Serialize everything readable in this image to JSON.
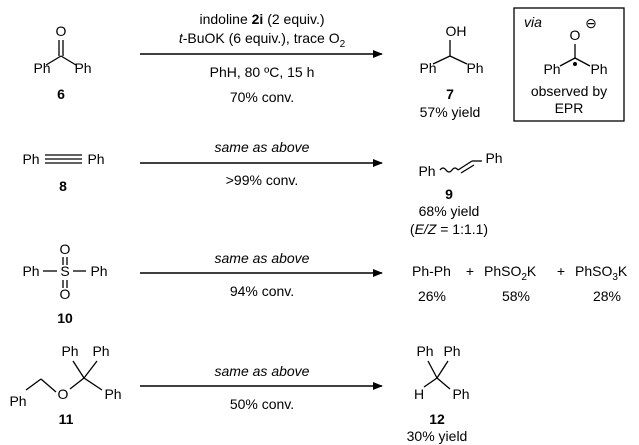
{
  "reactions": [
    {
      "reactant": {
        "number": "6",
        "labels": [
          "O",
          "Ph",
          "Ph"
        ]
      },
      "conditions": {
        "above": [
          {
            "pre": "indoline ",
            "bold": "2i",
            "post": " (2 equiv.)"
          },
          {
            "italic": "t",
            "post": "-BuOK (6 equiv.), trace O",
            "sub": "2"
          }
        ],
        "below": [
          "PhH, 80 ºC, 15 h",
          "70% conv."
        ]
      },
      "product": {
        "number": "7",
        "yield": "57% yield",
        "labels": [
          "OH",
          "Ph",
          "Ph"
        ]
      },
      "inset": {
        "via": "via",
        "labels": [
          "O",
          "Ph",
          "Ph"
        ],
        "charge": "⊖",
        "note": [
          "observed by",
          "EPR"
        ]
      }
    },
    {
      "reactant": {
        "number": "8",
        "labels": [
          "Ph",
          "Ph"
        ]
      },
      "conditions": {
        "above": "same as above",
        "below": ">99% conv."
      },
      "product": {
        "number": "9",
        "yield": "68% yield",
        "ratio": {
          "open": "(",
          "italic": "E/Z",
          "rest": " = 1:1.1)"
        },
        "labels": [
          "Ph",
          "Ph"
        ]
      }
    },
    {
      "reactant": {
        "number": "10",
        "labels": [
          "O",
          "Ph",
          "S",
          "Ph",
          "O"
        ]
      },
      "conditions": {
        "above": "same as above",
        "below": "94% conv."
      },
      "products": [
        {
          "base": "Ph-Ph",
          "percent": "26%"
        },
        {
          "base": "PhSO",
          "sub": "2",
          "tail": "K",
          "percent": "58%"
        },
        {
          "base": "PhSO",
          "sub": "3",
          "tail": "K",
          "percent": "28%"
        }
      ],
      "plus": "+"
    },
    {
      "reactant": {
        "number": "11",
        "labels": [
          "Ph",
          "Ph",
          "Ph",
          "O",
          "Ph"
        ]
      },
      "conditions": {
        "above": "same as above",
        "below": "50% conv."
      },
      "product": {
        "number": "12",
        "yield": "30% yield",
        "labels": [
          "Ph",
          "Ph",
          "H",
          "Ph"
        ]
      }
    }
  ]
}
